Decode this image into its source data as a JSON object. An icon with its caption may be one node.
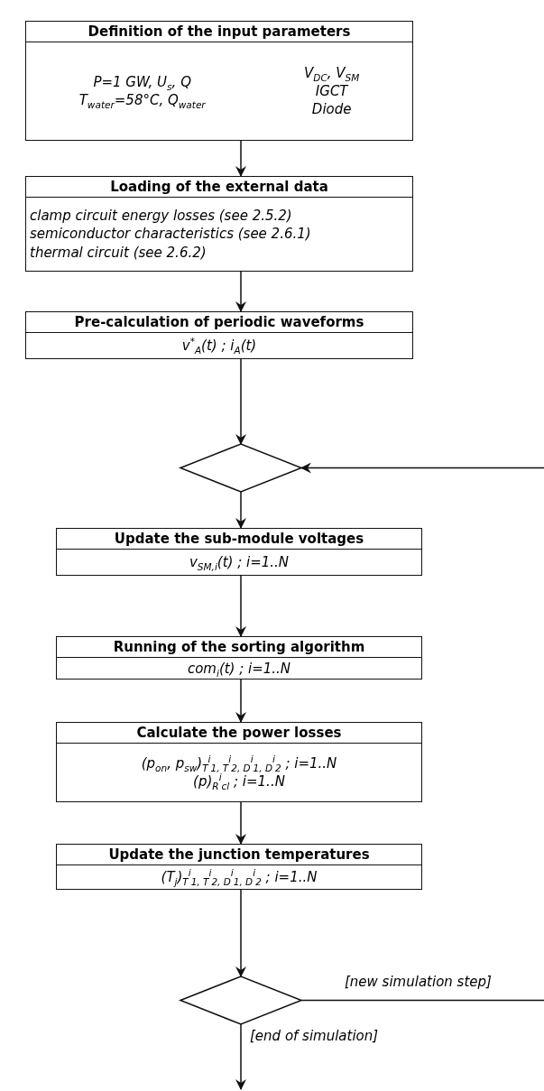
{
  "diagram": {
    "nodes": [
      {
        "text": [
          "Definition of the input parameters",
          "P=1 GW, U$_{s}$, Q",
          "T$_{water}$=58°C, Q$_{water}$",
          "V$_{DC}$, V$_{SM}$",
          "IGCT",
          "Diode"
        ]
      },
      {
        "text": [
          "Loading of the external data",
          "clamp circuit energy losses (see 2.5.2)",
          "semiconductor characteristics (see 2.6.1)",
          "thermal circuit (see 2.6.2)"
        ]
      },
      {
        "text": [
          "Pre-calculation of periodic waveforms",
          "v$^{*}$$_{A}$(t) ; i$_{A}$(t)"
        ]
      },
      {
        "text": [],
        "shape": "diamond"
      },
      {
        "text": [
          "Update the sub-module voltages",
          "v$_{SM,i}$(t) ; i=1..N"
        ]
      },
      {
        "text": [
          "Running of the sorting algorithm",
          "com$_{i}$(t) ; i=1..N"
        ]
      },
      {
        "text": [
          "Calculate the power losses",
          "(p$_{on}$, p$_{sw}$)$_{T}$$^{i}$$_{1, T}$$^{i}$$_{2, D}$$^{i}$$_{1, D}$$^{i}$$_{2}$ ; i=1..N",
          "(p)$_{R}$$^{i}$$_{cl}$ ; i=1..N"
        ]
      },
      {
        "text": [
          "Update the junction temperatures",
          "(T$_{j}$)$_{T}$$^{i}$$_{1, T}$$^{i}$$_{2, D}$$^{i}$$_{1, D}$$^{i}$$_{2}$ ; i=1..N"
        ]
      },
      {
        "text": [],
        "shape": "diamond"
      }
    ],
    "edges": [
      {
        "from": 0,
        "to": 1,
        "arrow": "to"
      },
      {
        "from": 1,
        "to": 2,
        "arrow": "to"
      },
      {
        "from": 2,
        "to": 3,
        "arrow": "to"
      },
      {
        "from": 3,
        "to": 4,
        "arrow": "to"
      },
      {
        "from": 4,
        "to": 5,
        "arrow": "to"
      },
      {
        "from": 5,
        "to": 6,
        "arrow": "to"
      },
      {
        "from": 6,
        "to": 7,
        "arrow": "to"
      },
      {
        "from": 7,
        "to": 8,
        "arrow": "to"
      },
      {
        "from": 8,
        "to": null,
        "arrow": "none",
        "label": "[new simulation step]"
      },
      {
        "from": null,
        "to": 3,
        "arrow": "to"
      },
      {
        "from": 8,
        "to": null,
        "arrow": "to",
        "label": "[end of simulation]"
      }
    ]
  }
}
